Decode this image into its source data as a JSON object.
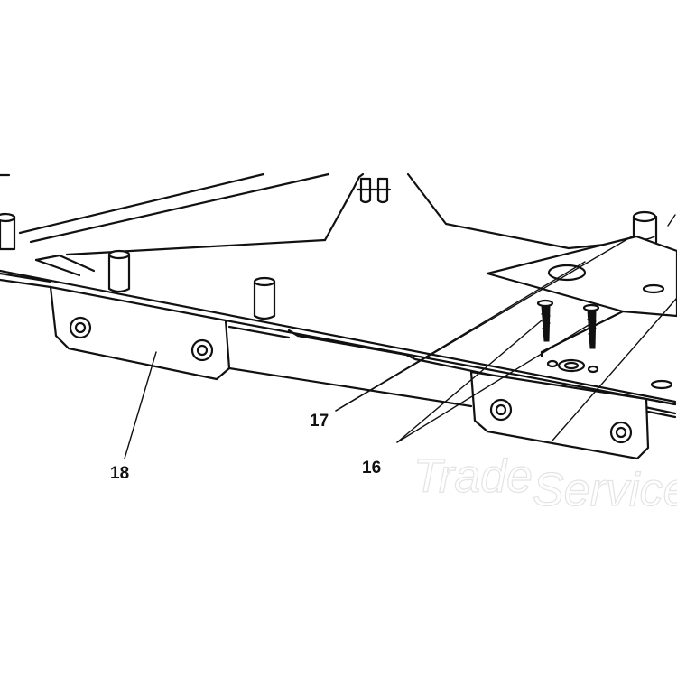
{
  "callouts": {
    "c16": "16",
    "c17": "17",
    "c18": "18"
  },
  "watermark": {
    "part1": "Trade",
    "part2": "Service"
  },
  "colors": {
    "ink": "#111111",
    "paper": "#ffffff",
    "watermark": "#e4e4e4"
  }
}
